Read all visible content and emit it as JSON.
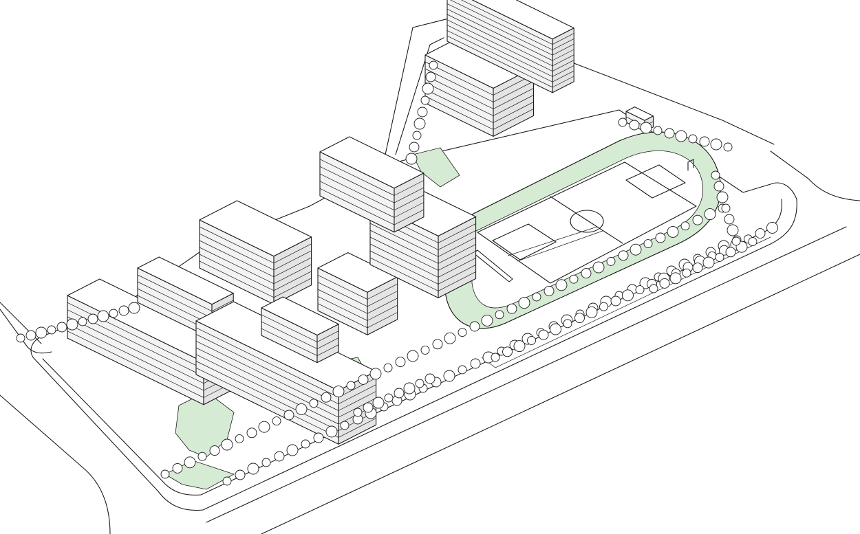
{
  "colors": {
    "background": "#ffffff",
    "line": "#1a1a1a",
    "green_space": "#d6ebd3",
    "roof": "#ffffff",
    "wall_light": "#f3f3f3",
    "wall_dark": "#e4e4e4"
  },
  "elements": {
    "site": "site-plot",
    "track": "running-track",
    "field": "football-pitch",
    "trees": "tree-canopies"
  }
}
